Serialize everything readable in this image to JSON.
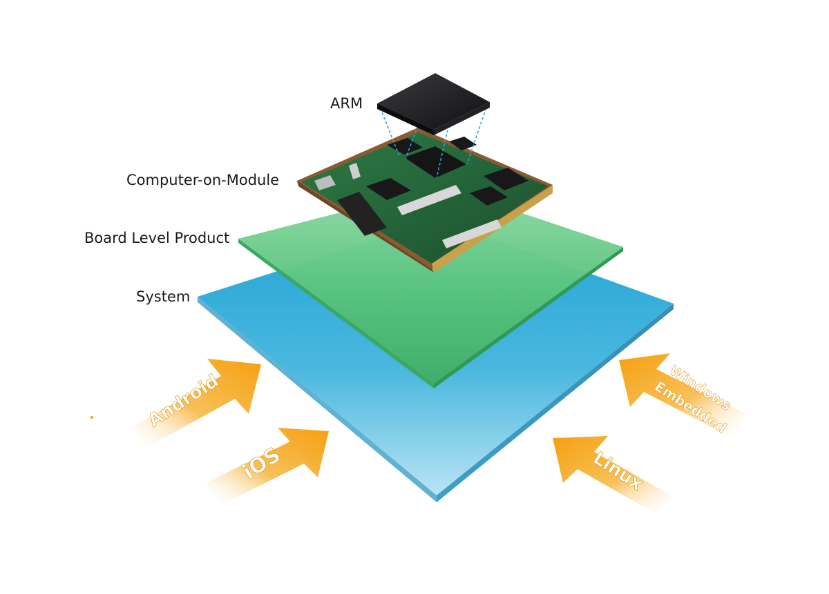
{
  "layers": {
    "arm": "ARM",
    "computer_on_module": "Computer-on-Module",
    "board_level_product": "Board Level Product",
    "system": "System"
  },
  "os_arrows": {
    "android": "Android",
    "ios": "iOS",
    "linux": "Linux",
    "windows_line1": "Windows",
    "windows_line2": "Embedded"
  },
  "colors": {
    "system_layer": "#29a9d6",
    "board_layer": "#56c07a",
    "pcb": "#1f5a35",
    "chip": "#1d1d1f",
    "arrow": "#f5a00f",
    "connector_lines": "#2aa7e0"
  }
}
